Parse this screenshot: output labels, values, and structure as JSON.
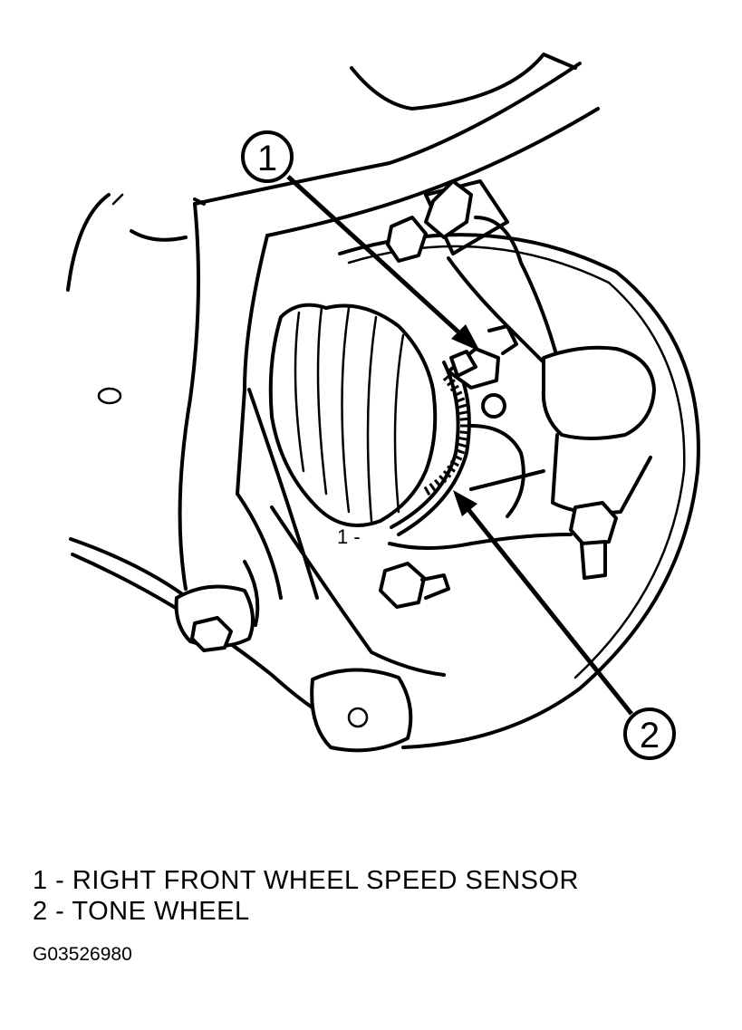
{
  "diagram": {
    "callouts": [
      {
        "number": "1"
      },
      {
        "number": "2"
      }
    ],
    "inline_marker": "1 -"
  },
  "legend": {
    "items": [
      {
        "text": "1 - RIGHT FRONT WHEEL SPEED SENSOR"
      },
      {
        "text": "2 - TONE WHEEL"
      }
    ]
  },
  "figure_code": "G03526980"
}
